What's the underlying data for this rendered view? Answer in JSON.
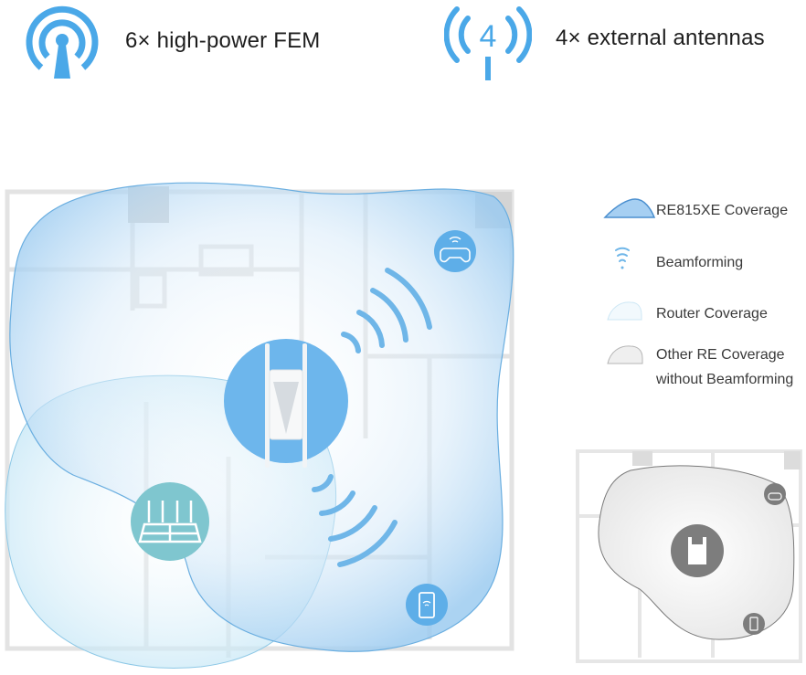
{
  "features": [
    {
      "icon": "antenna-broadcast-icon",
      "label": "6× high-power FEM"
    },
    {
      "icon": "four-antennas-icon",
      "label": "4× external antennas",
      "icon_number": "4"
    }
  ],
  "legend": [
    {
      "icon": "re-coverage-swatch-icon",
      "label": "RE815XE Coverage"
    },
    {
      "icon": "beamforming-icon",
      "label": "Beamforming"
    },
    {
      "icon": "router-coverage-swatch-icon",
      "label": "Router Coverage"
    },
    {
      "icon": "other-re-coverage-swatch-icon",
      "label": "Other RE Coverage",
      "label_line2": "without Beamforming"
    }
  ],
  "colors": {
    "accent_blue": "#4aa8e8",
    "coverage_fill": "#cfe5f7",
    "coverage_stroke": "#6aaee0",
    "router_circle": "#7fc6cf",
    "gray_device": "#7d7d7d",
    "floorplan_line": "#e2e2e2"
  }
}
